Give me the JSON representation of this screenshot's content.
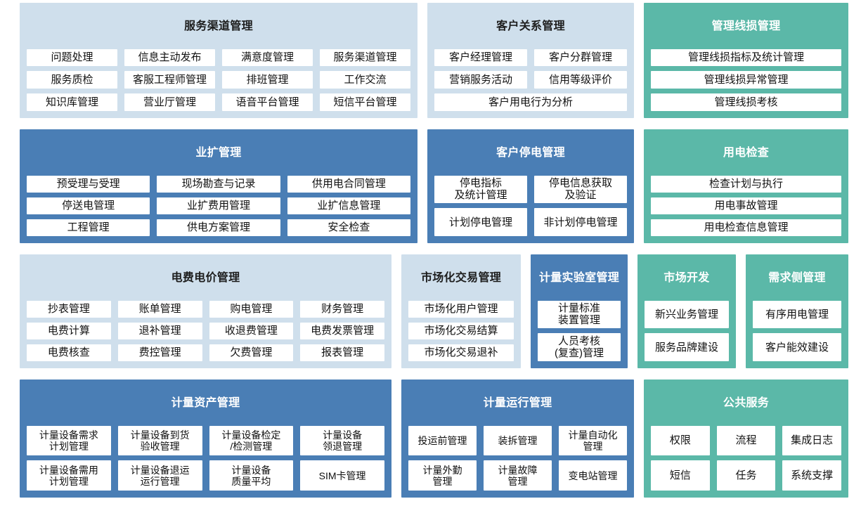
{
  "meta": {
    "colors": {
      "light_panel": "#cfdfec",
      "blue_panel": "#4a7eb5",
      "teal_panel": "#5bb8a8",
      "cell_bg": "#ffffff",
      "cell_text": "#111111",
      "light_title_text": "#1d1d1d",
      "dark_title_text": "#ffffff",
      "page_bg": "#ffffff"
    }
  },
  "rows": [
    {
      "name": "row-1",
      "panels": [
        {
          "key": "service_channel",
          "title": "服务渠道管理",
          "theme": "light",
          "items": [
            "问题处理",
            "信息主动发布",
            "满意度管理",
            "服务渠道管理",
            "服务质检",
            "客服工程师管理",
            "排班管理",
            "工作交流",
            "知识库管理",
            "营业厅管理",
            "语音平台管理",
            "短信平台管理"
          ]
        },
        {
          "key": "customer_relationship",
          "title": "客户关系管理",
          "theme": "light",
          "items": [
            "客户经理管理",
            "客户分群管理",
            "营销服务活动",
            "信用等级评价",
            "客户用电行为分析"
          ]
        },
        {
          "key": "management_line_loss",
          "title": "管理线损管理",
          "theme": "teal",
          "items": [
            "管理线损指标及统计管理",
            "管理线损异常管理",
            "管理线损考核"
          ]
        }
      ]
    },
    {
      "name": "row-2",
      "panels": [
        {
          "key": "business_expansion",
          "title": "业扩管理",
          "theme": "blue",
          "items": [
            "预受理与受理",
            "现场勘查与记录",
            "供用电合同管理",
            "停送电管理",
            "业扩费用管理",
            "业扩信息管理",
            "工程管理",
            "供电方案管理",
            "安全检查"
          ]
        },
        {
          "key": "customer_outage",
          "title": "客户停电管理",
          "theme": "blue",
          "items": [
            "停电指标\n及统计管理",
            "停电信息获取\n及验证",
            "计划停电管理",
            "非计划停电管理"
          ]
        },
        {
          "key": "power_inspection",
          "title": "用电检查",
          "theme": "teal",
          "items": [
            "检查计划与执行",
            "用电事故管理",
            "用电检查信息管理"
          ]
        }
      ]
    },
    {
      "name": "row-3",
      "panels": [
        {
          "key": "tariff_price",
          "title": "电费电价管理",
          "theme": "light",
          "items": [
            "抄表管理",
            "账单管理",
            "购电管理",
            "财务管理",
            "电费计算",
            "退补管理",
            "收退费管理",
            "电费发票管理",
            "电费核查",
            "费控管理",
            "欠费管理",
            "报表管理"
          ]
        },
        {
          "key": "market_trading",
          "title": "市场化交易管理",
          "theme": "light",
          "items": [
            "市场化用户管理",
            "市场化交易结算",
            "市场化交易退补"
          ]
        },
        {
          "key": "metering_lab",
          "title": "计量实验室管理",
          "theme": "blue",
          "items": [
            "计量标准\n装置管理",
            "人员考核\n(复查)管理"
          ]
        },
        {
          "key": "market_development",
          "title": "市场开发",
          "theme": "teal",
          "items": [
            "新兴业务管理",
            "服务品牌建设"
          ]
        },
        {
          "key": "demand_side",
          "title": "需求侧管理",
          "theme": "teal",
          "items": [
            "有序用电管理",
            "客户能效建设"
          ]
        }
      ]
    },
    {
      "name": "row-4",
      "panels": [
        {
          "key": "metering_asset",
          "title": "计量资产管理",
          "theme": "blue",
          "items": [
            "计量设备需求\n计划管理",
            "计量设备到货\n验收管理",
            "计量设备检定\n/检测管理",
            "计量设备\n领退管理",
            "计量设备需用\n计划管理",
            "计量设备退运\n运行管理",
            "计量设备\n质量平均",
            "SIM卡管理"
          ]
        },
        {
          "key": "metering_operation",
          "title": "计量运行管理",
          "theme": "blue",
          "items": [
            "投运前管理",
            "装拆管理",
            "计量自动化\n管理",
            "计量外勤\n管理",
            "计量故障\n管理",
            "变电站管理"
          ]
        },
        {
          "key": "public_service",
          "title": "公共服务",
          "theme": "teal",
          "items": [
            "权限",
            "流程",
            "集成日志",
            "短信",
            "任务",
            "系统支撑"
          ]
        }
      ]
    }
  ]
}
